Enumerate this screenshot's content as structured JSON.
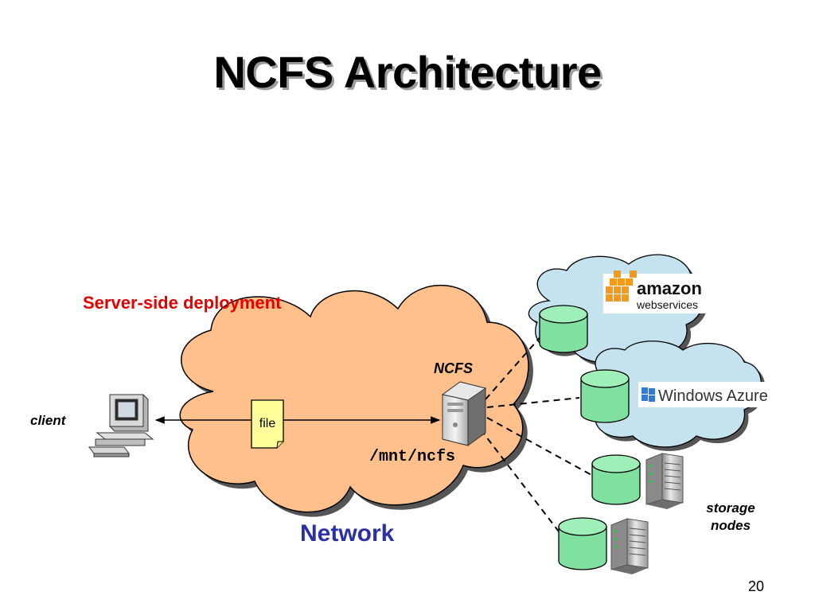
{
  "slide": {
    "title": "NCFS Architecture",
    "page_number": "20"
  },
  "labels": {
    "deployment": "Server-side deployment",
    "client": "client",
    "file": "file",
    "ncfs": "NCFS",
    "mount_path": "/mnt/ncfs",
    "network": "Network",
    "storage_nodes": "storage nodes"
  },
  "logos": {
    "amazon_line1": "amazon",
    "amazon_line2": "webservices",
    "azure": "Windows Azure"
  },
  "colors": {
    "network_cloud": "#ffc08c",
    "storage_cloud": "#c4e3ee",
    "disk": "#7fe0a0",
    "accent_red": "#e60000",
    "network_label": "#2b30a6"
  }
}
